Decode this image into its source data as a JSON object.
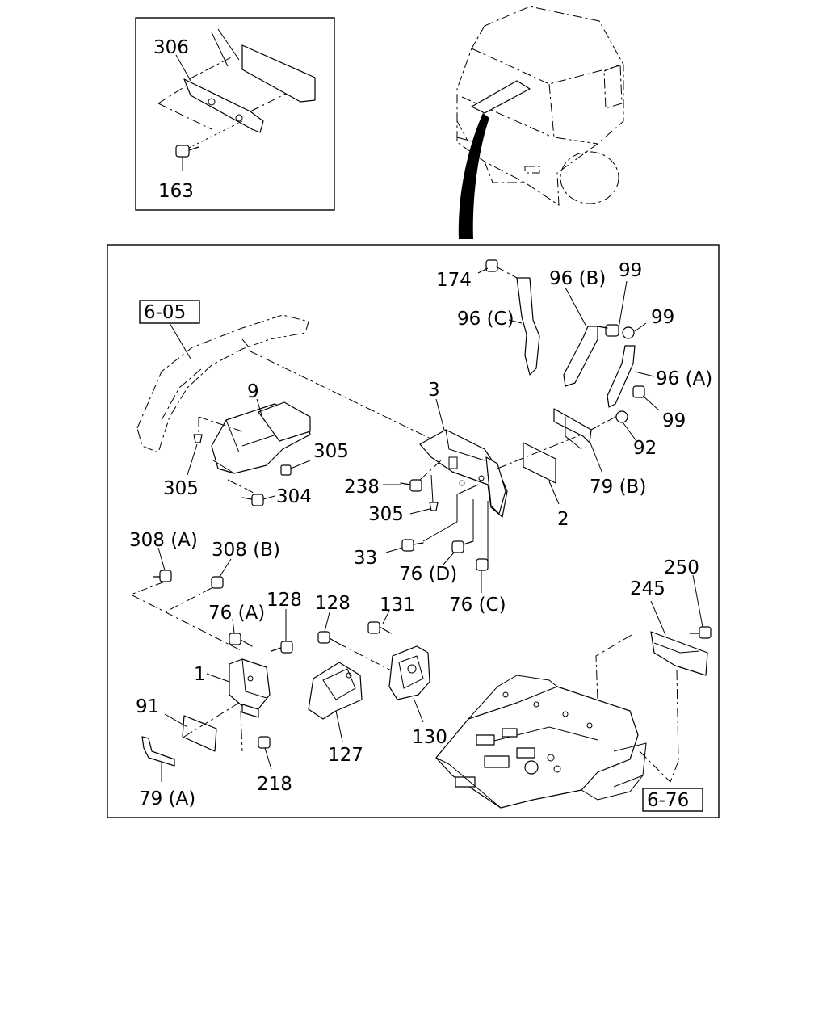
{
  "diagram": {
    "callouts": {
      "c306_inset": "306",
      "c163": "163",
      "c174": "174",
      "c96b": "96 (B)",
      "c99a": "99",
      "c96c": "96 (C)",
      "c99b": "99",
      "c96a": "96 (A)",
      "c99c": "99",
      "c92": "92",
      "c79b": "79 (B)",
      "c9": "9",
      "c3": "3",
      "c305a": "305",
      "c305b": "305",
      "c304": "304",
      "c238": "238",
      "c305c": "305",
      "c2": "2",
      "c33": "33",
      "c76d": "76 (D)",
      "c76c": "76 (C)",
      "c308a": "308 (A)",
      "c308b": "308 (B)",
      "c76a": "76 (A)",
      "c128a": "128",
      "c128b": "128",
      "c131": "131",
      "c250": "250",
      "c245": "245",
      "c1": "1",
      "c91": "91",
      "c127": "127",
      "c130": "130",
      "c218": "218",
      "c79a": "79 (A)"
    },
    "refs": {
      "ref605": "6-05",
      "ref676": "6-76"
    }
  }
}
